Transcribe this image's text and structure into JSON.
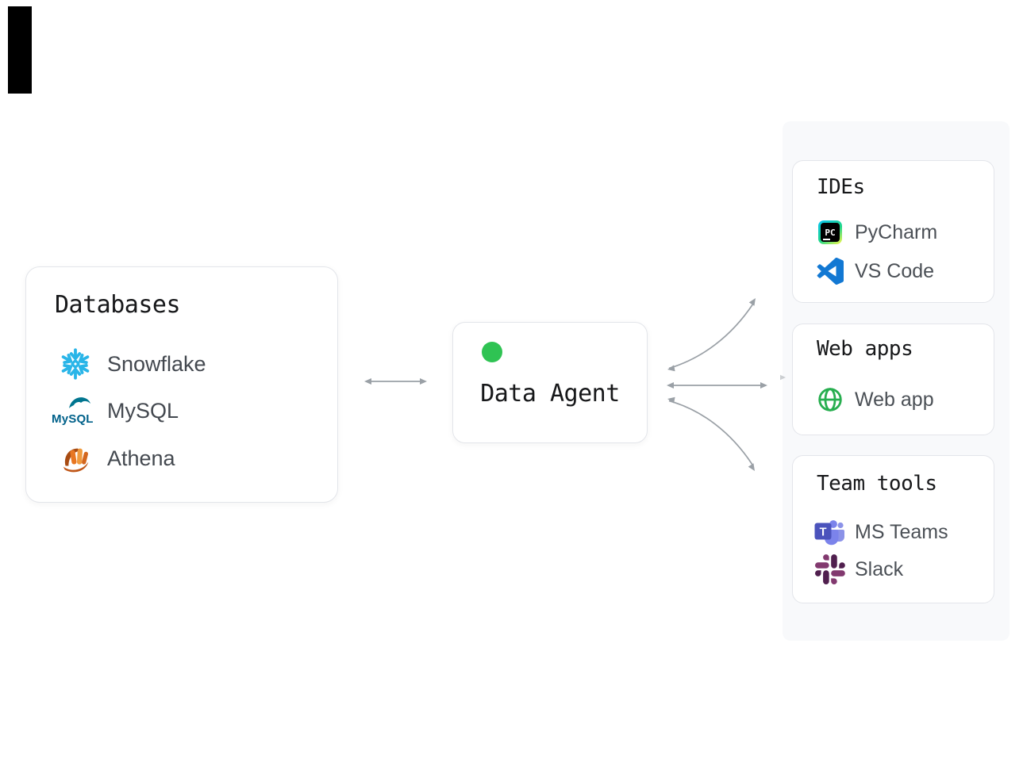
{
  "diagram": {
    "databases": {
      "title": "Databases",
      "items": [
        {
          "label": "Snowflake",
          "icon": "snowflake-icon",
          "color": "#29b5e8"
        },
        {
          "label": "MySQL",
          "icon": "mysql-icon",
          "color": "#00618a"
        },
        {
          "label": "Athena",
          "icon": "athena-icon",
          "color": "#e87722"
        }
      ]
    },
    "agent": {
      "label": "Data Agent",
      "status_dot_color": "#2fc353"
    },
    "groups": [
      {
        "title": "IDEs",
        "items": [
          {
            "label": "PyCharm",
            "icon": "pycharm-icon"
          },
          {
            "label": "VS Code",
            "icon": "vscode-icon",
            "color": "#1278d3"
          }
        ]
      },
      {
        "title": "Web apps",
        "items": [
          {
            "label": "Web app",
            "icon": "globe-icon",
            "color": "#27ae4f"
          }
        ]
      },
      {
        "title": "Team tools",
        "items": [
          {
            "label": "MS Teams",
            "icon": "msteams-icon",
            "color": "#5059c9"
          },
          {
            "label": "Slack",
            "icon": "slack-icon",
            "color": "#6d2a5f"
          }
        ]
      }
    ],
    "connectors": {
      "arrow_color": "#9aa0a6",
      "style": "double-headed",
      "links": [
        "Databases <-> Data Agent",
        "Data Agent <-> IDEs",
        "Data Agent <-> Web apps",
        "Data Agent <-> Team tools"
      ]
    },
    "colors": {
      "background": "#ffffff",
      "card_border": "#e3e5ea",
      "panel_background": "#f8f9fb",
      "heading_text": "#17181a",
      "label_text": "#43484f"
    }
  }
}
